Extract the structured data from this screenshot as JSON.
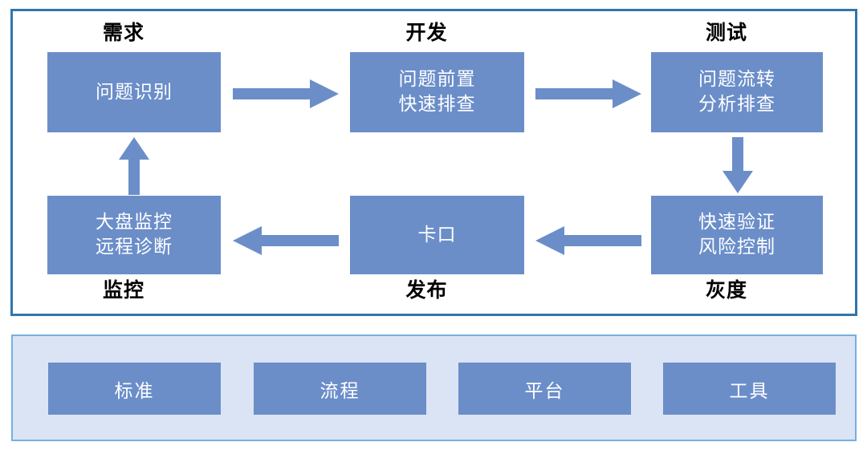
{
  "diagram": {
    "title_present": false,
    "colors": {
      "frame_border": "#3175ac",
      "box_fill": "#6b8ec9",
      "box_text": "#ffffff",
      "arrow_fill": "#6b8ec9",
      "panel_fill": "#dbe4f4",
      "panel_border": "#76afe0",
      "label_text": "#000000"
    },
    "flow": {
      "top_labels": [
        {
          "text": "需求",
          "name": "stage-label-requirement"
        },
        {
          "text": "开发",
          "name": "stage-label-development"
        },
        {
          "text": "测试",
          "name": "stage-label-test"
        }
      ],
      "bottom_labels": [
        {
          "text": "监控",
          "name": "stage-label-monitoring"
        },
        {
          "text": "发布",
          "name": "stage-label-release"
        },
        {
          "text": "灰度",
          "name": "stage-label-grayscale"
        }
      ],
      "boxes": [
        {
          "name": "process-box-problem-identification",
          "lines": [
            "问题识别"
          ]
        },
        {
          "name": "process-box-problem-frontload",
          "lines": [
            "问题前置",
            "快速排查"
          ]
        },
        {
          "name": "process-box-problem-routing",
          "lines": [
            "问题流转",
            "分析排查"
          ]
        },
        {
          "name": "process-box-dashboard-monitoring",
          "lines": [
            "大盘监控",
            "远程诊断"
          ]
        },
        {
          "name": "process-box-gate",
          "lines": [
            "卡口"
          ]
        },
        {
          "name": "process-box-fast-verification",
          "lines": [
            "快速验证",
            "风险控制"
          ]
        }
      ],
      "arrows": [
        {
          "name": "arrow-right-requirement-to-development",
          "direction": "right"
        },
        {
          "name": "arrow-right-development-to-test",
          "direction": "right"
        },
        {
          "name": "arrow-down-test-to-grayscale",
          "direction": "down"
        },
        {
          "name": "arrow-left-grayscale-to-release",
          "direction": "left"
        },
        {
          "name": "arrow-left-release-to-monitoring",
          "direction": "left"
        },
        {
          "name": "arrow-up-monitoring-to-requirement",
          "direction": "up"
        }
      ]
    },
    "support": {
      "boxes": [
        {
          "name": "support-box-standard",
          "label": "标准"
        },
        {
          "name": "support-box-process",
          "label": "流程"
        },
        {
          "name": "support-box-platform",
          "label": "平台"
        },
        {
          "name": "support-box-tool",
          "label": "工具"
        }
      ]
    }
  }
}
